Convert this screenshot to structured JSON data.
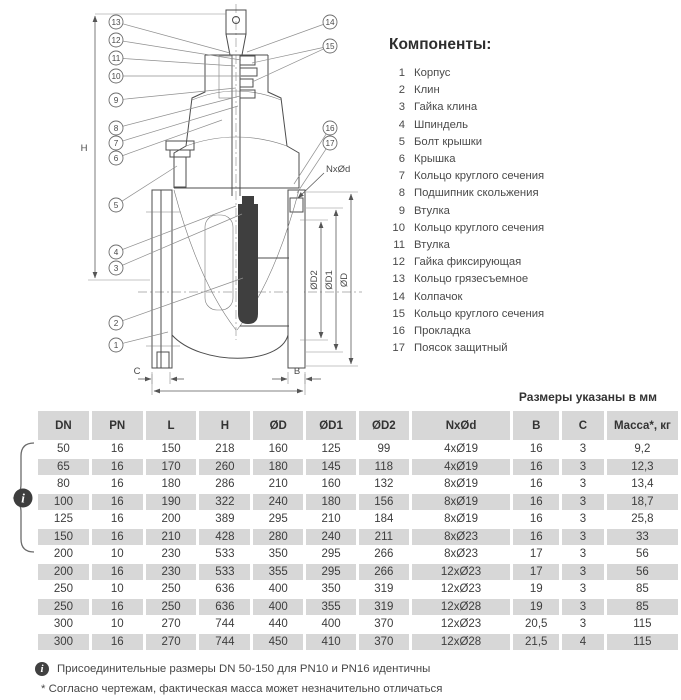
{
  "drawing": {
    "callouts": [
      "1",
      "2",
      "3",
      "4",
      "5",
      "6",
      "7",
      "8",
      "9",
      "10",
      "11",
      "12",
      "13",
      "14",
      "15",
      "16",
      "17"
    ],
    "dim_labels": {
      "H": "H",
      "OD": "ØD",
      "OD1": "ØD1",
      "OD2": "ØD2",
      "NxOd": "NxØd",
      "B": "B",
      "C": "C"
    }
  },
  "components": {
    "title": "Компоненты:",
    "items": [
      {
        "num": "1",
        "name": "Корпус"
      },
      {
        "num": "2",
        "name": "Клин"
      },
      {
        "num": "3",
        "name": "Гайка клина"
      },
      {
        "num": "4",
        "name": "Шпиндель"
      },
      {
        "num": "5",
        "name": "Болт крышки"
      },
      {
        "num": "6",
        "name": "Крышка"
      },
      {
        "num": "7",
        "name": "Кольцо круглого сечения"
      },
      {
        "num": "8",
        "name": "Подшипник скольжения"
      },
      {
        "num": "9",
        "name": "Втулка"
      },
      {
        "num": "10",
        "name": "Кольцо круглого сечения"
      },
      {
        "num": "11",
        "name": "Втулка"
      },
      {
        "num": "12",
        "name": "Гайка фиксирующая"
      },
      {
        "num": "13",
        "name": "Кольцо грязесъемное"
      },
      {
        "num": "14",
        "name": "Колпачок"
      },
      {
        "num": "15",
        "name": "Кольцо круглого сечения"
      },
      {
        "num": "16",
        "name": "Прокладка"
      },
      {
        "num": "17",
        "name": "Поясок защитный"
      }
    ]
  },
  "table": {
    "size_note": "Размеры указаны в мм",
    "headers": [
      "DN",
      "PN",
      "L",
      "H",
      "ØD",
      "ØD1",
      "ØD2",
      "NxØd",
      "B",
      "C",
      "Масса*, кг"
    ],
    "rows": [
      [
        "50",
        "16",
        "150",
        "218",
        "160",
        "125",
        "99",
        "4xØ19",
        "16",
        "3",
        "9,2"
      ],
      [
        "65",
        "16",
        "170",
        "260",
        "180",
        "145",
        "118",
        "4xØ19",
        "16",
        "3",
        "12,3"
      ],
      [
        "80",
        "16",
        "180",
        "286",
        "210",
        "160",
        "132",
        "8xØ19",
        "16",
        "3",
        "13,4"
      ],
      [
        "100",
        "16",
        "190",
        "322",
        "240",
        "180",
        "156",
        "8xØ19",
        "16",
        "3",
        "18,7"
      ],
      [
        "125",
        "16",
        "200",
        "389",
        "295",
        "210",
        "184",
        "8xØ19",
        "16",
        "3",
        "25,8"
      ],
      [
        "150",
        "16",
        "210",
        "428",
        "280",
        "240",
        "211",
        "8xØ23",
        "16",
        "3",
        "33"
      ],
      [
        "200",
        "10",
        "230",
        "533",
        "350",
        "295",
        "266",
        "8xØ23",
        "17",
        "3",
        "56"
      ],
      [
        "200",
        "16",
        "230",
        "533",
        "355",
        "295",
        "266",
        "12xØ23",
        "17",
        "3",
        "56"
      ],
      [
        "250",
        "10",
        "250",
        "636",
        "400",
        "350",
        "319",
        "12xØ23",
        "19",
        "3",
        "85"
      ],
      [
        "250",
        "16",
        "250",
        "636",
        "400",
        "355",
        "319",
        "12xØ28",
        "19",
        "3",
        "85"
      ],
      [
        "300",
        "10",
        "270",
        "744",
        "440",
        "400",
        "370",
        "12xØ23",
        "20,5",
        "3",
        "115"
      ],
      [
        "300",
        "16",
        "270",
        "744",
        "450",
        "410",
        "370",
        "12xØ28",
        "21,5",
        "4",
        "115"
      ]
    ]
  },
  "notes": {
    "icon_glyph": "i",
    "info": "Присоединительные размеры DN 50-150 для PN10 и PN16 идентичны",
    "asterisk": "* Согласно чертежам, фактическая масса может незначительно отличаться"
  }
}
